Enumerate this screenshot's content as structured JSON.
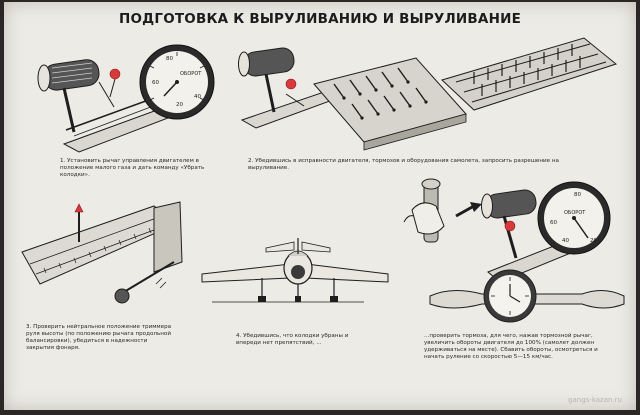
{
  "title": "ПОДГОТОВКА К ВЫРУЛИВАНИЮ И ВЫРУЛИВАНИЕ",
  "captions": {
    "c1": "1. Установить рычаг управления двигателем в положение малого газа и дать команду «Убрать колодки».",
    "c2": "2. Убедившись в исправности двигателя, тормозов и оборудования самолета, запросить разрешение на выруливание.",
    "c3": "3. Проверить нейтральное положение триммера руля высоты (по положению рычага продольной балансировки), убедиться в надежности закрытия фонаря.",
    "c4": "4. Убедившись, что колодки убраны и впереди нет препятствий, ...",
    "c5": "...проверить тормоза, для чего, нажав тормозной рычаг, увеличить обороты двигателя до 100% (самолет должен удерживаться на месте). Сбавить обороты, осмотреться и начать руление со скоростью 5—15 км/час."
  },
  "gauge": {
    "label": "ОБОРОТ",
    "ticks": [
      "20",
      "40",
      "60",
      "80"
    ]
  },
  "watermark": "gangs-kazan.ru",
  "colors": {
    "paper": "#ecebe6",
    "ink": "#1e1e1e",
    "accent_red": "#d63a3a"
  }
}
